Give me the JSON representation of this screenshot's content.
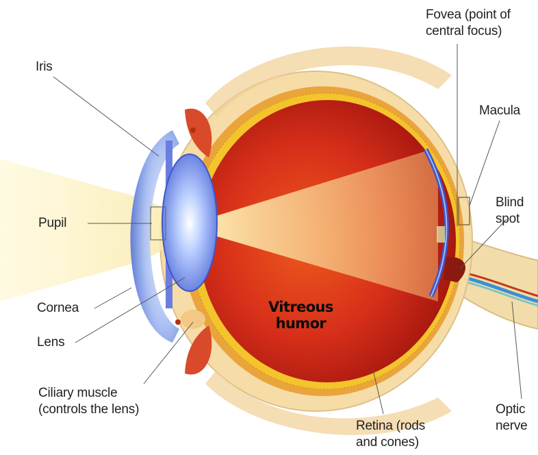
{
  "diagram": {
    "labels": {
      "iris": "Iris",
      "pupil": "Pupil",
      "cornea": "Cornea",
      "lens": "Lens",
      "ciliary_line1": "Ciliary muscle",
      "ciliary_line2": "(controls the lens)",
      "fovea_line1": "Fovea (point of",
      "fovea_line2": "central focus)",
      "macula": "Macula",
      "blind_line1": "Blind",
      "blind_line2": "spot",
      "optic_line1": "Optic",
      "optic_line2": "nerve",
      "retina_line1": "Retina (rods",
      "retina_line2": "and cones)",
      "vitreous_line1": "Vitreous",
      "vitreous_line2": "humor"
    },
    "colors": {
      "sclera": "#f6dca6",
      "choroid": "#e9a23a",
      "retina": "#f3c12a",
      "vitreous": "#d42812",
      "cornea": "#7b9ee8",
      "lens": "#7a8ff0",
      "light_beam": "#f5e9a6",
      "nerve_blue": "#3a8fd6"
    }
  }
}
